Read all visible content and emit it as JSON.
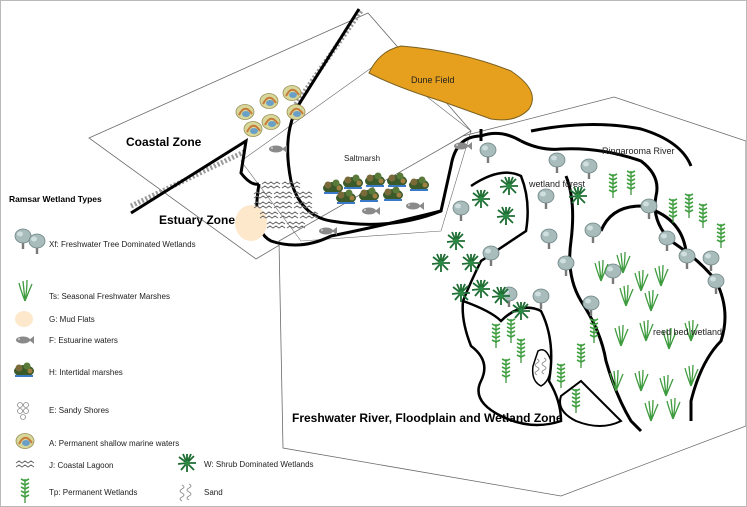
{
  "zones": {
    "coastal": "Coastal Zone",
    "estuary": "Estuary Zone",
    "freshwater": "Freshwater River, Floodplain and Wetland Zone"
  },
  "features": {
    "dune": "Dune Field",
    "saltmarsh": "Saltmarsh",
    "river": "Ringarooma River",
    "forest": "wetland forest",
    "reed": "reed bed wetland"
  },
  "legend": {
    "title": "Ramsar Wetland Types",
    "items": [
      {
        "icon": "tree-icon",
        "label": "Xf: Freshwater Tree Dominated Wetlands"
      },
      {
        "icon": "grass-icon",
        "label": "Ts: Seasonal Freshwater Marshes"
      },
      {
        "icon": "mudflat-icon",
        "label": "G: Mud Flats"
      },
      {
        "icon": "fish-icon",
        "label": "F: Estuarine waters"
      },
      {
        "icon": "marsh-icon",
        "label": "H: Intertidal marshes"
      },
      {
        "icon": "sand-shore-icon",
        "label": "E: Sandy Shores"
      },
      {
        "icon": "shell-icon",
        "label": "A: Permanent shallow marine waters"
      },
      {
        "icon": "lagoon-icon",
        "label": "J: Coastal Lagoon"
      },
      {
        "icon": "tall-grass-icon",
        "label": "Tp: Permanent Wetlands"
      },
      {
        "icon": "shrub-icon",
        "label": "W: Shrub Dominated Wetlands"
      },
      {
        "icon": "sand-icon",
        "label": "Sand"
      }
    ]
  },
  "colors": {
    "dune": "#e6a01e",
    "tree": "#9fb4b4",
    "grass": "#3f9b3f",
    "shrub": "#1e6e33",
    "fish": "#7b7b7b",
    "mud": "#fde8cc",
    "shell": "#c9c97a"
  }
}
